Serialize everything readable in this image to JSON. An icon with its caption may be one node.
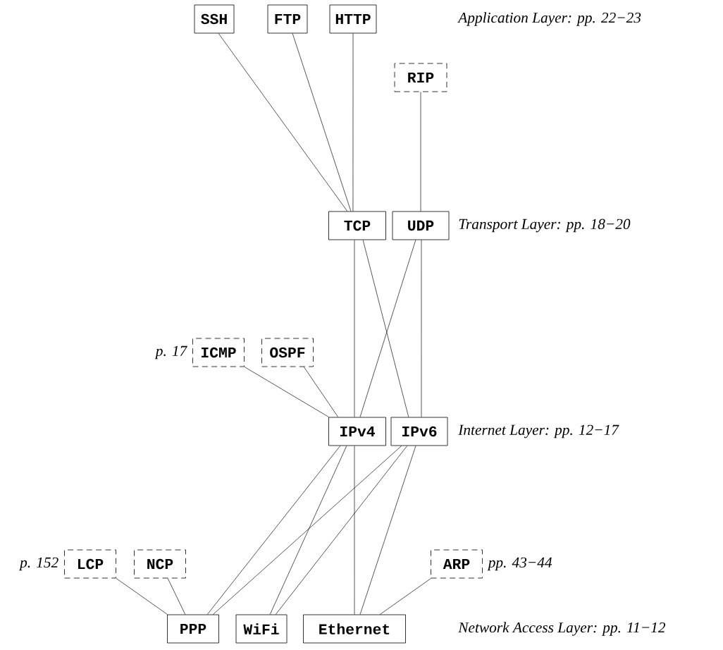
{
  "diagram": {
    "nodes": [
      {
        "text": [
          "SSH"
        ]
      },
      {
        "text": [
          "FTP"
        ]
      },
      {
        "text": [
          "HTTP"
        ]
      },
      {
        "text": [
          "RIP"
        ]
      },
      {
        "text": [
          "TCP"
        ]
      },
      {
        "text": [
          "UDP"
        ]
      },
      {
        "text": [
          "ICMP"
        ],
        "beside": [
          "p. 17"
        ]
      },
      {
        "text": [
          "OSPF"
        ]
      },
      {
        "text": [
          "IPv4"
        ]
      },
      {
        "text": [
          "IPv6"
        ]
      },
      {
        "text": [
          "LCP"
        ],
        "beside": [
          "p. 152"
        ]
      },
      {
        "text": [
          "NCP"
        ]
      },
      {
        "text": [
          "ARP"
        ],
        "beside": [
          "pp. 43−44"
        ]
      },
      {
        "text": [
          "PPP"
        ]
      },
      {
        "text": [
          "WiFi"
        ]
      },
      {
        "text": [
          "Ethernet"
        ]
      }
    ],
    "edges": [
      {
        "from": 0,
        "to": 4,
        "arrow": "none"
      },
      {
        "from": 1,
        "to": 4,
        "arrow": "none"
      },
      {
        "from": 2,
        "to": 4,
        "arrow": "none"
      },
      {
        "from": 3,
        "to": 5,
        "arrow": "none"
      },
      {
        "from": 4,
        "to": 8,
        "arrow": "none"
      },
      {
        "from": 4,
        "to": 9,
        "arrow": "none"
      },
      {
        "from": 5,
        "to": 8,
        "arrow": "none"
      },
      {
        "from": 5,
        "to": 9,
        "arrow": "none"
      },
      {
        "from": 6,
        "to": 8,
        "arrow": "none"
      },
      {
        "from": 7,
        "to": 8,
        "arrow": "none"
      },
      {
        "from": 8,
        "to": 13,
        "arrow": "none"
      },
      {
        "from": 8,
        "to": 14,
        "arrow": "none"
      },
      {
        "from": 8,
        "to": 15,
        "arrow": "none"
      },
      {
        "from": 9,
        "to": 13,
        "arrow": "none"
      },
      {
        "from": 9,
        "to": 14,
        "arrow": "none"
      },
      {
        "from": 9,
        "to": 15,
        "arrow": "none"
      },
      {
        "from": 10,
        "to": 13,
        "arrow": "none"
      },
      {
        "from": 11,
        "to": 13,
        "arrow": "none"
      },
      {
        "from": 12,
        "to": 15,
        "arrow": "none"
      }
    ],
    "labels": [
      "Application Layer: pp. 22−23",
      "Transport Layer: pp. 18−20",
      "Internet Layer: pp. 12−17",
      "Network Access Layer: pp. 11−12"
    ]
  }
}
